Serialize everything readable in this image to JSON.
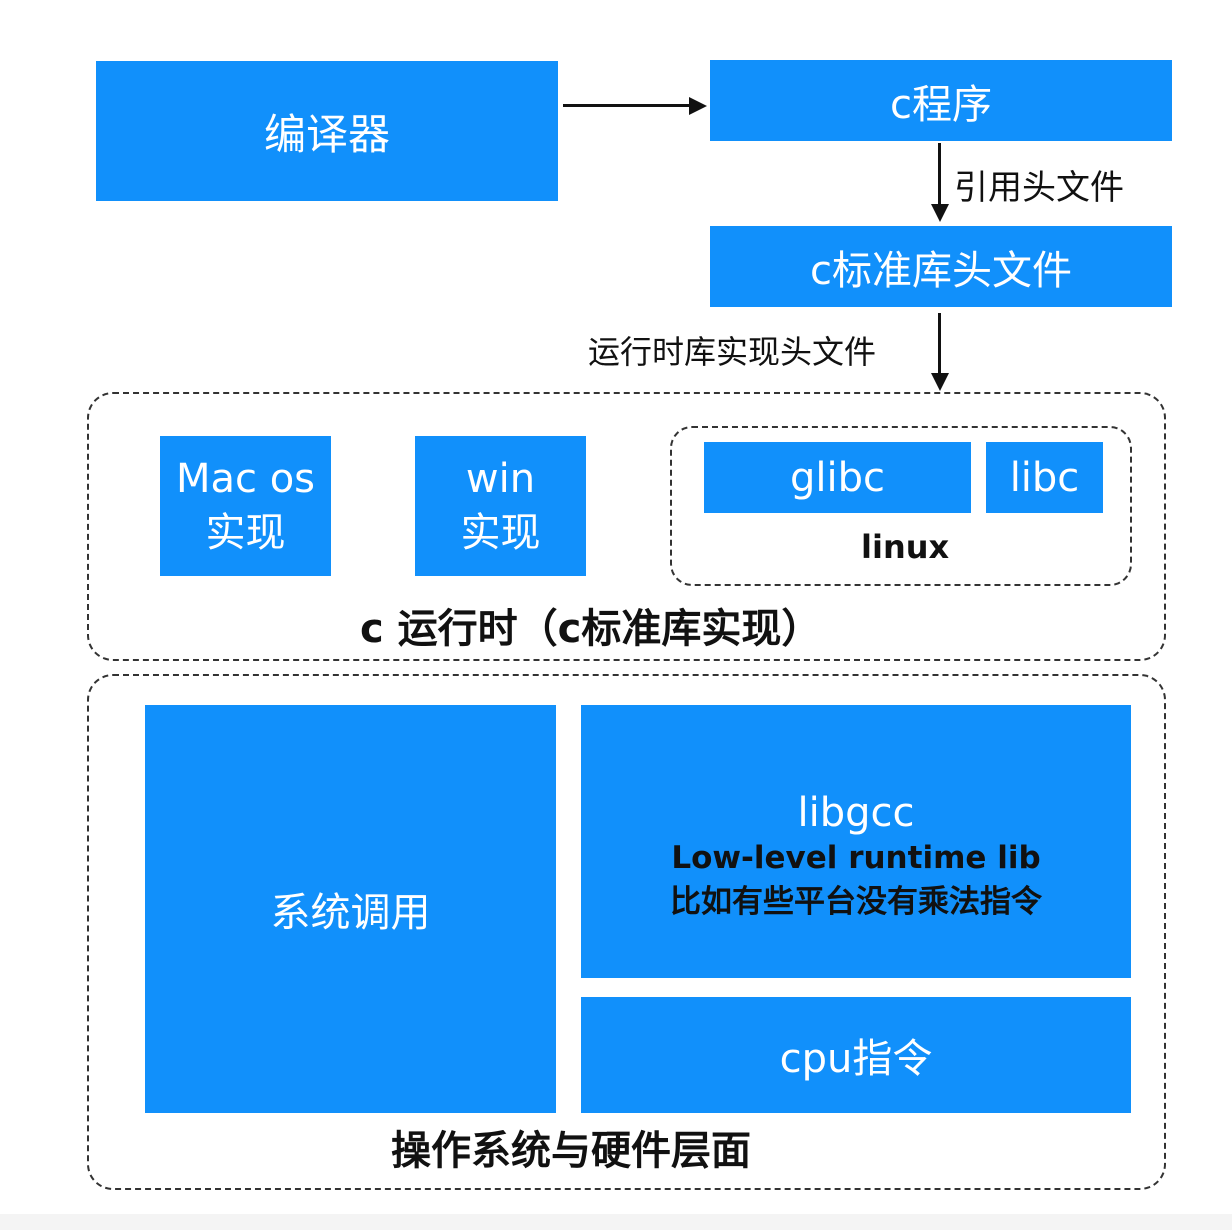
{
  "top": {
    "compiler": "编译器",
    "c_program": "c程序",
    "include_headers_label": "引用头文件",
    "c_std_headers": "c标准库头文件",
    "runtime_impl_label": "运行时库实现头文件"
  },
  "runtime": {
    "title": "c 运行时（c标准库实现）",
    "mac": {
      "line1": "Mac os",
      "line2": "实现"
    },
    "win": {
      "line1": "win",
      "line2": "实现"
    },
    "linux": {
      "glibc": "glibc",
      "libc": "libc",
      "label": "linux"
    }
  },
  "os": {
    "title": "操作系统与硬件层面",
    "syscall": "系统调用",
    "libgcc": {
      "title": "libgcc",
      "line2": "Low-level runtime lib",
      "line3": "比如有些平台没有乘法指令"
    },
    "cpu": "cpu指令"
  },
  "colors": {
    "box": "#1190fb",
    "text_on_box": "#ffffff",
    "dash": "#333333"
  }
}
